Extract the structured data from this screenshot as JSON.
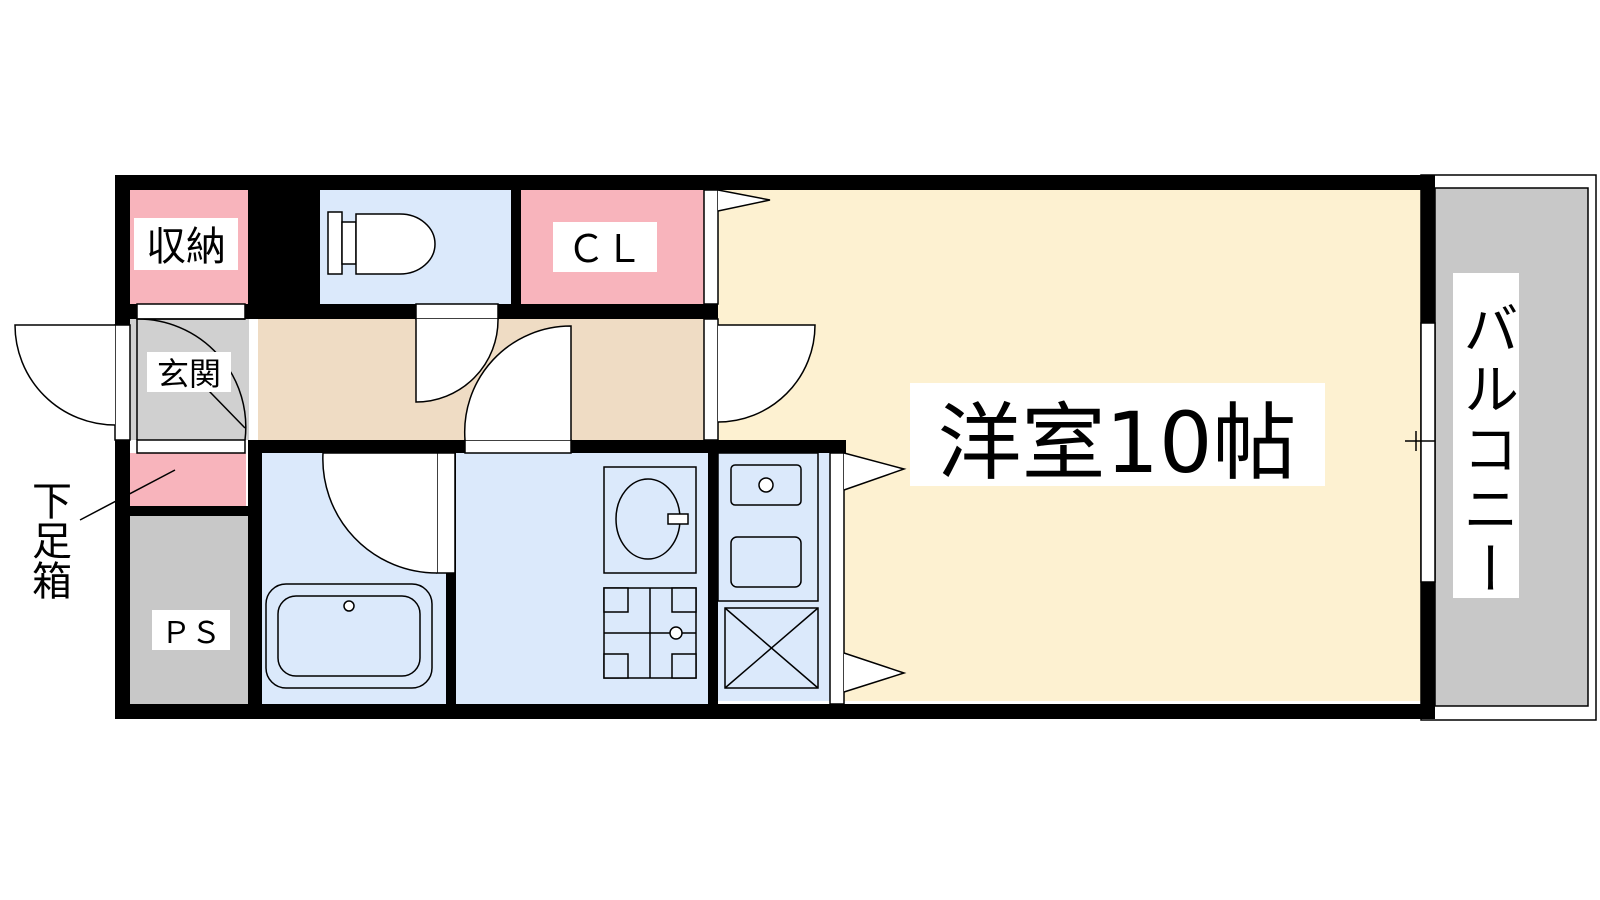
{
  "floorplan": {
    "rooms": {
      "storage": "収納",
      "closet": "ＣＬ",
      "entrance": "玄関",
      "western_room": "洋室10帖",
      "balcony": "バルコニー",
      "shoe_box": "下足箱",
      "pipe_space": "ＰＳ"
    },
    "colors": {
      "storage": "#f8b4bc",
      "wet_area": "#dbe9fb",
      "living": "#fdf1d1",
      "hallway": "#efdcc4",
      "balcony": "#cccccc",
      "wall": "#000000"
    }
  }
}
